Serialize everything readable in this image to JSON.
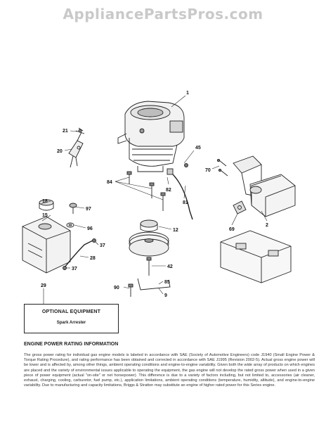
{
  "watermark": "AppliancePartsPros.com",
  "callouts": {
    "c1": "1",
    "c21": "21",
    "c20": "20",
    "c45": "45",
    "c70": "70",
    "c84": "84",
    "c82": "82",
    "c81": "81",
    "c18": "18",
    "c97": "97",
    "c15": "15",
    "c96": "96",
    "c12": "12",
    "c69": "69",
    "c2": "2",
    "c37a": "37",
    "c28": "28",
    "c37b": "37",
    "c42": "42",
    "c29": "29",
    "c85": "85",
    "c90": "90",
    "c9": "9"
  },
  "optional_equipment": {
    "title": "OPTIONAL EQUIPMENT",
    "item": "Spark Arrester"
  },
  "engine_rating": {
    "title": "ENGINE POWER RATING INFORMATION",
    "body": "The gross power rating for individual gas engine models is labeled in accordance with SAE (Society of Automotive Engineers) code J1940 (Small Engine Power & Torque Rating Procedure), and rating performance has been obtained and corrected in accordance with SAE J1995 (Revision 2002-5). Actual gross engine power will be lower and is affected by, among other things, ambient operating conditions and engine-to-engine variability. Given both the wide array of products on which engines are placed and the variety of environmental issues applicable to operating the equipment, the gas engine will not develop the rated gross power when used in a given piece of power equipment (actual \"on-site\" or net horsepower). This difference is due to a variety of factors including, but not limited to, accessories (air cleaner, exhaust, charging, cooling, carburetor, fuel pump, etc.), application limitations, ambient operating conditions (temperature, humidity, altitude), and engine-to-engine variability. Due to manufacturing and capacity limitations, Briggs & Stratton may substitute an engine of higher rated power for this Series engine."
  }
}
